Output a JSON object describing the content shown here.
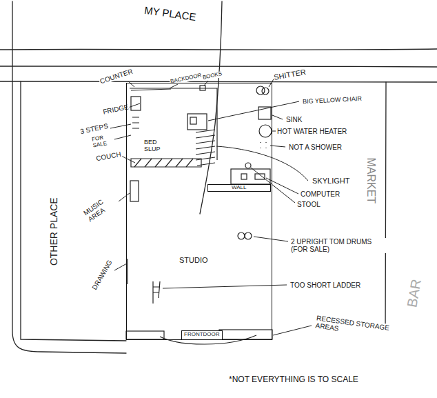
{
  "diagram": {
    "nodes": [
      {
        "text": [
          "STUDIO"
        ]
      },
      {
        "text": [
          "FRONTDOOR"
        ],
        "in": 0
      },
      {
        "text": [
          "WALL"
        ],
        "in": 0
      }
    ],
    "labels": [
      "MY PLACE",
      "COUNTER",
      "BACKDOOR",
      "BOOKS",
      "SHITTER",
      "FRIDGE",
      "3 STEPS",
      "FOR SALE",
      "BED SLUP",
      "COUCH",
      "BIG YELLOW CHAIR",
      "SINK",
      "HOT WATER HEATER",
      "NOT A SHOWER",
      "SKYLIGHT",
      "COMPUTER",
      "STOOL",
      "MUSIC AREA",
      "DRAWING",
      "2 UPRIGHT TOM DRUMS (FOR SALE)",
      "TOO SHORT LADDER",
      "RECESSED STORAGE AREAS",
      "*NOT EVERYTHING IS TO SCALE",
      "OTHER PLACE",
      "MARKET",
      "BAR"
    ]
  }
}
